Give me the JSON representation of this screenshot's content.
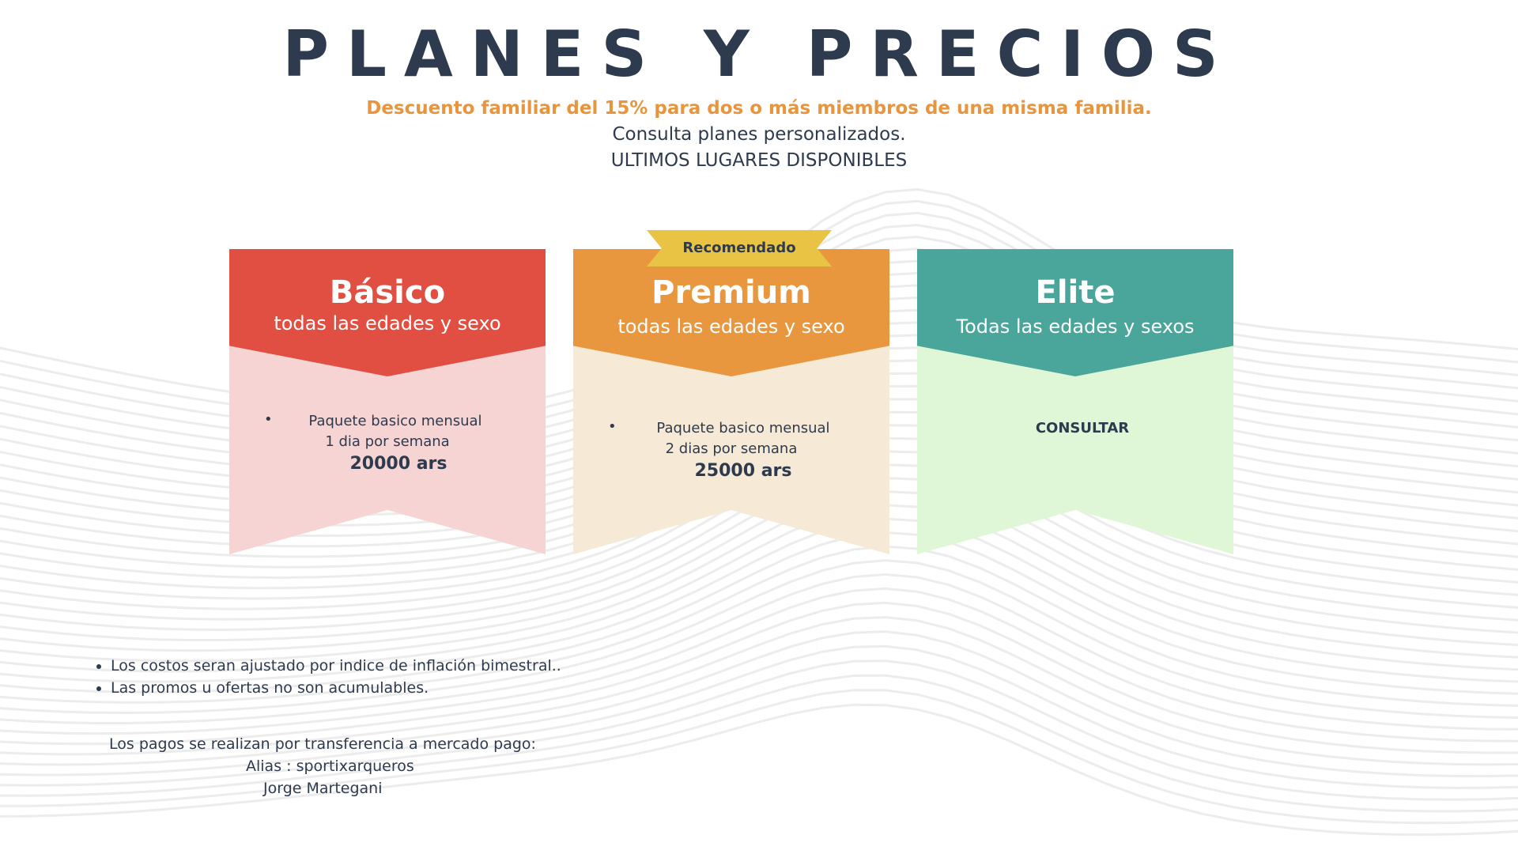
{
  "header": {
    "title": "PLANES Y PRECIOS",
    "discount": "Descuento familiar del 15% para dos o más miembros de una misma familia.",
    "custom": "Consulta planes personalizados.",
    "availability": "ULTIMOS LUGARES DISPONIBLES"
  },
  "badge": "Recomendado",
  "plans": [
    {
      "name": "Básico",
      "subtitle": "todas las edades y sexo",
      "feature": "Paquete basico mensual",
      "days": "1 dia por semana",
      "price": "20000 ars",
      "head_color": "#e04f42",
      "body_color": "#f6d4d4"
    },
    {
      "name": "Premium",
      "subtitle": "todas las edades y sexo",
      "feature": "Paquete basico mensual",
      "days": "2 dias por semana",
      "price": "25000 ars",
      "head_color": "#e8973e",
      "body_color": "#f6e9d6"
    },
    {
      "name": "Elite",
      "subtitle": "Todas las edades y sexos",
      "cta": "CONSULTAR",
      "head_color": "#4aa59b",
      "body_color": "#dff7d6"
    }
  ],
  "notes": [
    "Los costos seran ajustado por indice de inflación bimestral..",
    "Las promos u ofertas no son acumulables."
  ],
  "payment": {
    "text": "Los pagos se realizan por transferencia a mercado pago:",
    "alias": "Alias : sportixarqueros",
    "name": "Jorge Martegani"
  }
}
